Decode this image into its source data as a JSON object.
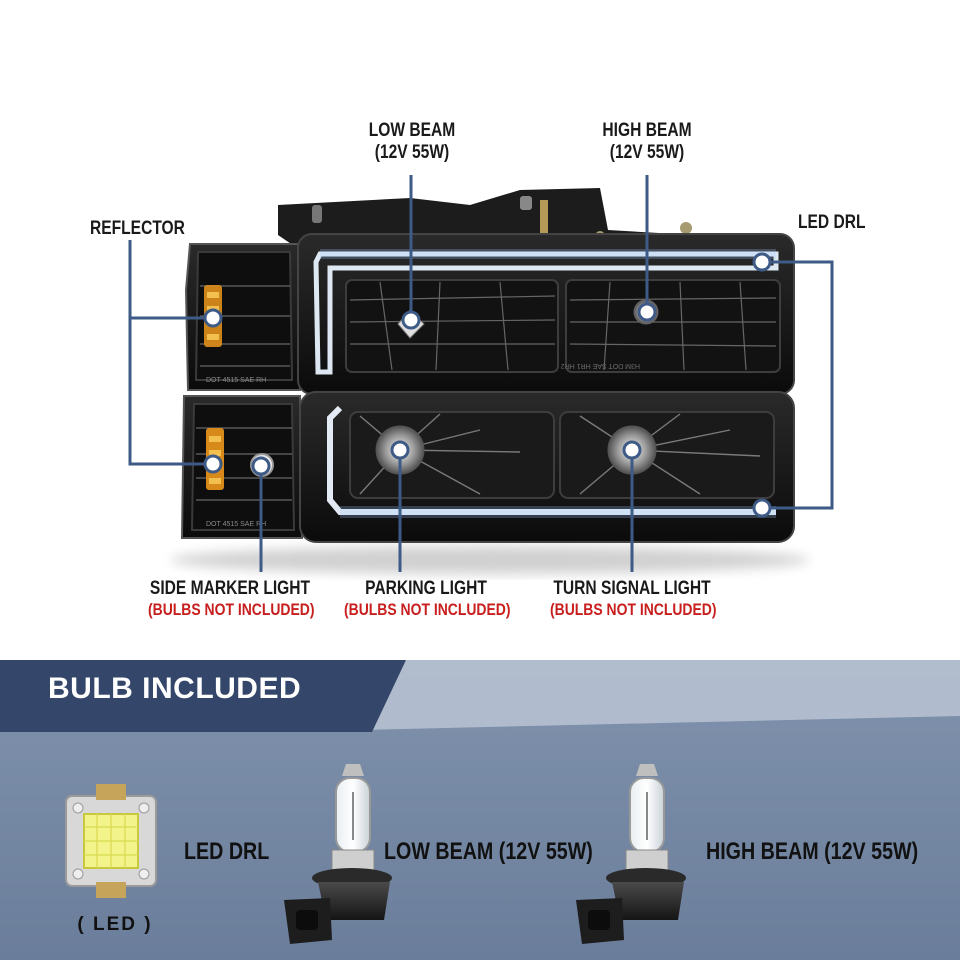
{
  "callouts": {
    "low_beam": {
      "title": "LOW BEAM",
      "spec": "(12V 55W)"
    },
    "high_beam": {
      "title": "HIGH BEAM",
      "spec": "(12V 55W)"
    },
    "led_drl": "LED DRL",
    "reflector": "REFLECTOR",
    "side_marker": {
      "title": "SIDE MARKER LIGHT",
      "note": "(BULBS NOT INCLUDED)"
    },
    "parking": {
      "title": "PARKING LIGHT",
      "note": "(BULBS NOT INCLUDED)"
    },
    "turn_signal": {
      "title": "TURN SIGNAL LIGHT",
      "note": "(BULBS NOT INCLUDED)"
    }
  },
  "product_markings": {
    "upper_corner": "DOT 4515 SAE RH",
    "lower_corner": "DOT 4515 SAE RH",
    "lens": "H3M DOT SAE HR1 HR2"
  },
  "banner": {
    "title": "BULB INCLUDED"
  },
  "bulbs": [
    {
      "icon": "led-chip-icon",
      "label": "LED DRL",
      "caption": "( LED )"
    },
    {
      "icon": "halogen-bulb-icon",
      "label": "LOW BEAM (12V 55W)"
    },
    {
      "icon": "halogen-bulb-icon",
      "label": "HIGH BEAM (12V 55W)"
    }
  ],
  "colors": {
    "banner_dark": "#34476a",
    "panel": "#7387a4",
    "accent_red": "#c81e1e",
    "line_blue": "#3e5a86"
  }
}
